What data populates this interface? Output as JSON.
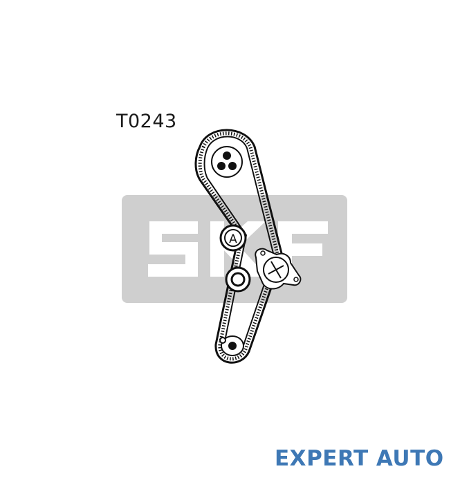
{
  "diagram": {
    "part_code": "T0243",
    "watermark_text": "SKF",
    "idler_label": "A",
    "colors": {
      "line": "#111111",
      "watermark": "#cfcfcf",
      "watermark_text": "#ffffff",
      "brand": "#3e78b5"
    },
    "icons": [
      "timing-belt",
      "camshaft-pulley",
      "tensioner-pulley",
      "idler-pulley",
      "water-pump",
      "crankshaft-pulley"
    ]
  },
  "footer": {
    "brand": "EXPERT AUTO"
  }
}
